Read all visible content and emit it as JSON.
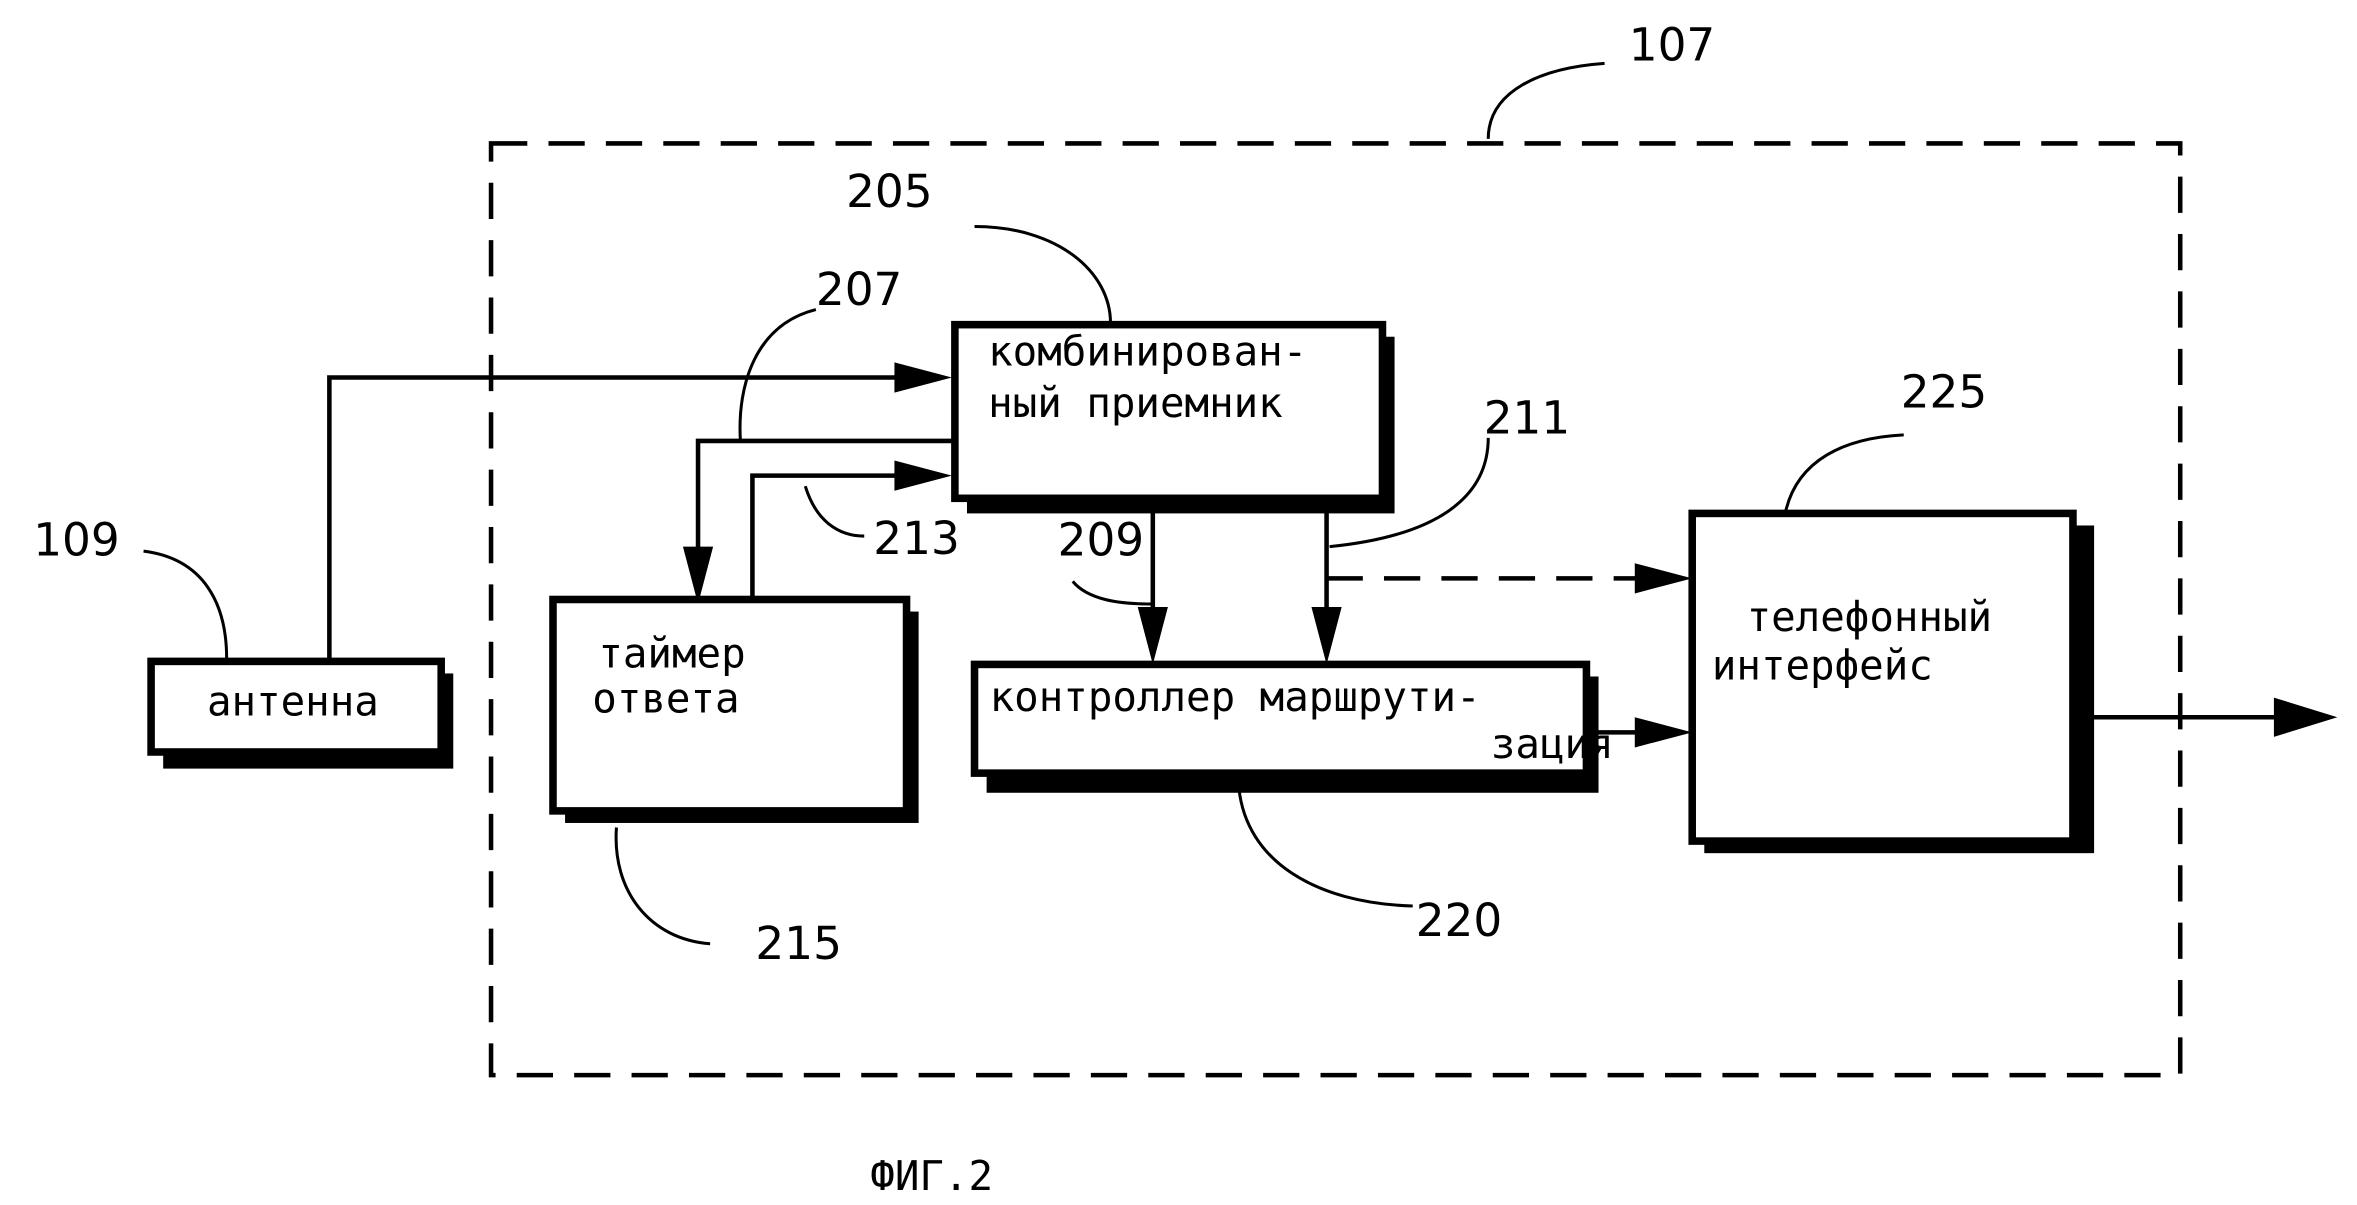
{
  "diagram": {
    "caption": "ФИГ.2",
    "container": {
      "ref": "107"
    },
    "blocks": {
      "antenna": {
        "ref": "109",
        "lines": [
          "антенна"
        ]
      },
      "combined_receiver": {
        "ref": "205",
        "lines": [
          "комбинирован-",
          "ный приемник"
        ]
      },
      "response_timer": {
        "ref": "215",
        "lines": [
          "таймер",
          "ответа"
        ]
      },
      "routing_controller": {
        "ref": "220",
        "lines": [
          "контроллер маршрути-",
          "зация"
        ]
      },
      "telephone_interface": {
        "ref": "225",
        "lines": [
          "телефонный",
          "интерфейс"
        ]
      }
    },
    "connections": {
      "c207": {
        "ref": "207"
      },
      "c209": {
        "ref": "209"
      },
      "c211": {
        "ref": "211"
      },
      "c213": {
        "ref": "213"
      }
    }
  }
}
